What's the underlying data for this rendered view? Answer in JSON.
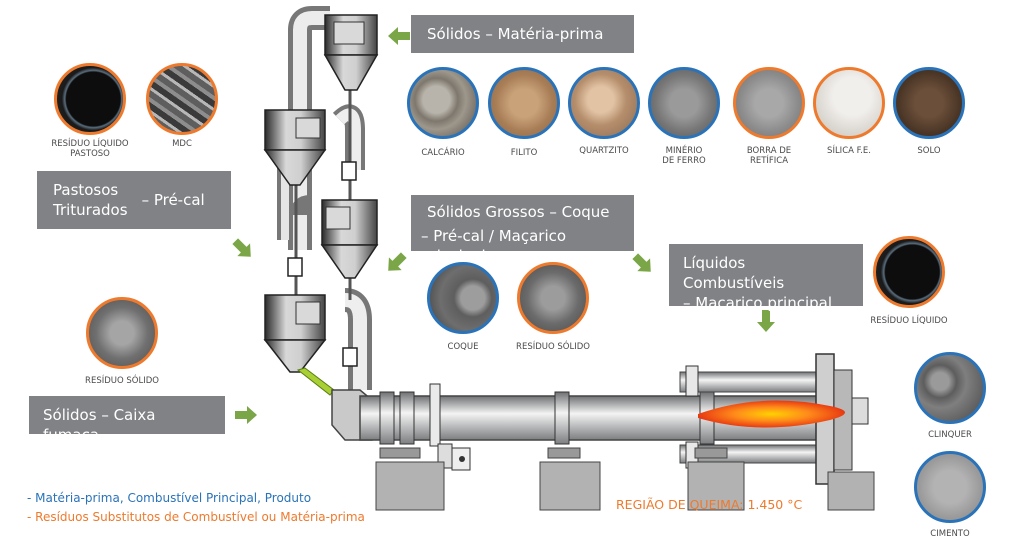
{
  "boxes": {
    "solidos_materia_prima": "Sólidos – Matéria-prima",
    "pastosos_line1": "Pastosos",
    "pastosos_line2": "Triturados",
    "pastosos_dest": "– Pré-cal",
    "solidos_grossos_line1": "Sólidos Grossos – Coque",
    "solidos_grossos_line2": "– Pré-cal / Maçarico principal",
    "liquidos_line1": "Líquidos Combustíveis",
    "liquidos_line2": "– Maçarico principal",
    "solidos_caixa": "Sólidos – Caixa fumaça"
  },
  "materials": {
    "residuo_liquido_pastoso": "RESÍDUO LÍQUIDO\nPASTOSO",
    "mdc": "MDC",
    "calcario": "CALCÁRIO",
    "filito": "FILITO",
    "quartzito": "QUARTZITO",
    "minerio_de_ferro": "MINÉRIO\nDE FERRO",
    "borra_de_retifica": "BORRA DE\nRETÍFICA",
    "silica_fe": "SÍLICA F.E.",
    "solo": "SOLO",
    "coque": "COQUE",
    "residuo_solido_mid": "RESÍDUO SÓLIDO",
    "residuo_liquido": "RESÍDUO LÍQUIDO",
    "residuo_solido_left": "RESÍDUO SÓLIDO",
    "clinquer": "CLINQUER",
    "cimento": "CIMENTO"
  },
  "legend": {
    "blue_item": "- Matéria-prima, Combustível Principal, Produto",
    "orange_item": "- Resíduos Substitutos de Combustível ou Matéria-prima",
    "burn_region": "REGIÃO DE QUEIMA: 1.450 °C"
  },
  "colors": {
    "blue": "#2a73b9",
    "orange": "#ee7a2e",
    "arrow_green": "#7aa648",
    "box_gray": "#808285"
  }
}
